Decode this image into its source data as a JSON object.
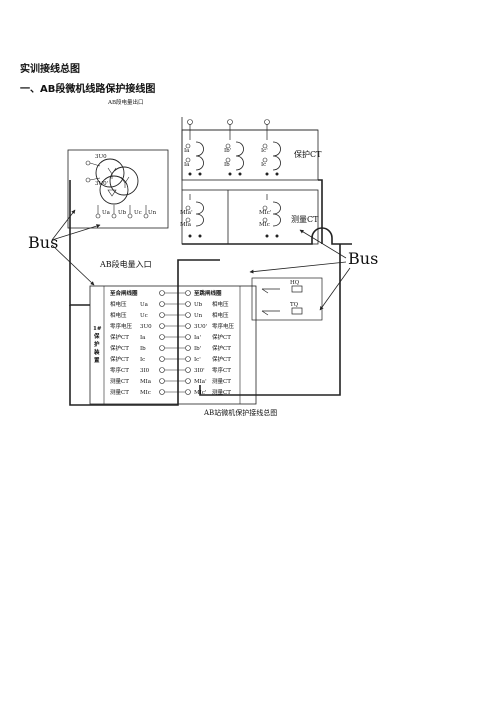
{
  "page": {
    "title": "实训接线总图",
    "section_title": "一、AB段微机线路保护接线图"
  },
  "diagram": {
    "top_label": "AB段电量出口",
    "mid_label": "AB段电量入口",
    "bus_left": "Bus",
    "bus_right": "Bus",
    "caption": "AB站微机保护接线总图",
    "pt": {
      "t1": "3U0",
      "t2": "3U0'",
      "ua": "Ua",
      "ub": "Ub",
      "uc": "Uc",
      "un": "Un"
    },
    "protect_ct": {
      "title": "保护CT",
      "c1": [
        "Ia",
        "Ia"
      ],
      "c2": [
        "Ib'",
        "Ib"
      ],
      "c3": [
        "Ic'",
        "Ic"
      ]
    },
    "measure_ct": {
      "title": "测量CT",
      "c1": [
        "MIa'",
        "MIa"
      ],
      "c2": [
        "MIc'",
        "MIc"
      ]
    },
    "relay": {
      "hq": "HQ",
      "tq": "TQ"
    },
    "device_label": [
      "1#",
      "保",
      "护",
      "装",
      "置"
    ],
    "terminals_left": [
      {
        "name": "至合闸线圈",
        "code": ""
      },
      {
        "name": "相电压",
        "code": "Ua"
      },
      {
        "name": "相电压",
        "code": "Uc"
      },
      {
        "name": "零序电压",
        "code": "3U0"
      },
      {
        "name": "保护CT",
        "code": "Ia"
      },
      {
        "name": "保护CT",
        "code": "Ib"
      },
      {
        "name": "保护CT",
        "code": "Ic"
      },
      {
        "name": "零序CT",
        "code": "3I0"
      },
      {
        "name": "测量CT",
        "code": "MIa"
      },
      {
        "name": "测量CT",
        "code": "MIc"
      }
    ],
    "terminals_right": [
      {
        "code": "至跳闸线圈",
        "name": ""
      },
      {
        "code": "Ub",
        "name": "相电压"
      },
      {
        "code": "Un",
        "name": "相电压"
      },
      {
        "code": "3U0'",
        "name": "零序电压"
      },
      {
        "code": "Ia'",
        "name": "保护CT"
      },
      {
        "code": "Ib'",
        "name": "保护CT"
      },
      {
        "code": "Ic'",
        "name": "保护CT"
      },
      {
        "code": "3I0'",
        "name": "零序CT"
      },
      {
        "code": "MIa'",
        "name": "测量CT"
      },
      {
        "code": "MIc'",
        "name": "测量CT"
      }
    ]
  }
}
